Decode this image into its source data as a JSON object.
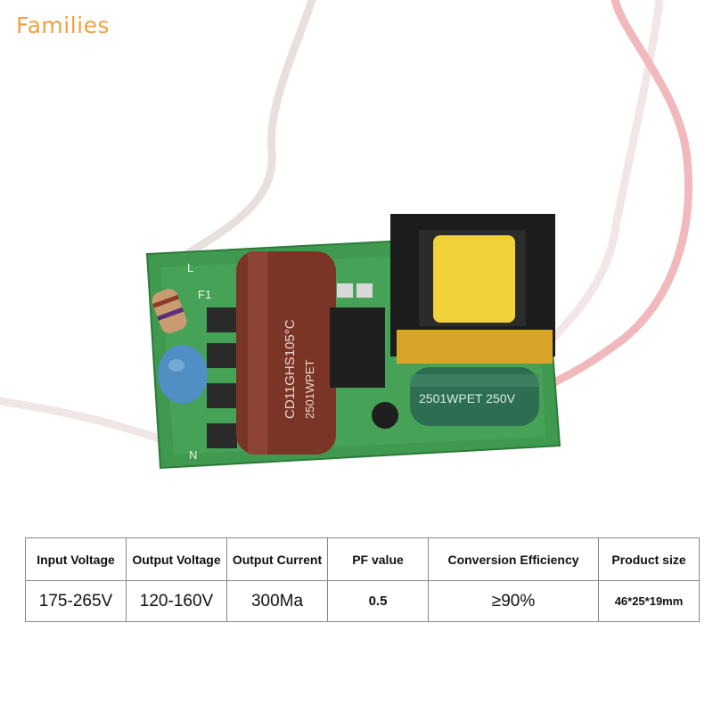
{
  "brand": "Families",
  "photo": {
    "capacitor_text": "CD11GHS105°C",
    "capacitor_text2": "2501WPET",
    "small_cap_text": "2501WPET 250V",
    "pcb_labels": {
      "l": "L",
      "f1": "F1",
      "n": "N"
    }
  },
  "table": {
    "headers": [
      "Input Voltage",
      "Output Voltage",
      "Output Current",
      "PF value",
      "Conversion Efficiency",
      "Product size"
    ],
    "values": [
      "175-265V",
      "120-160V",
      "300Ma",
      "0.5",
      "≥90%",
      "46*25*19mm"
    ]
  }
}
